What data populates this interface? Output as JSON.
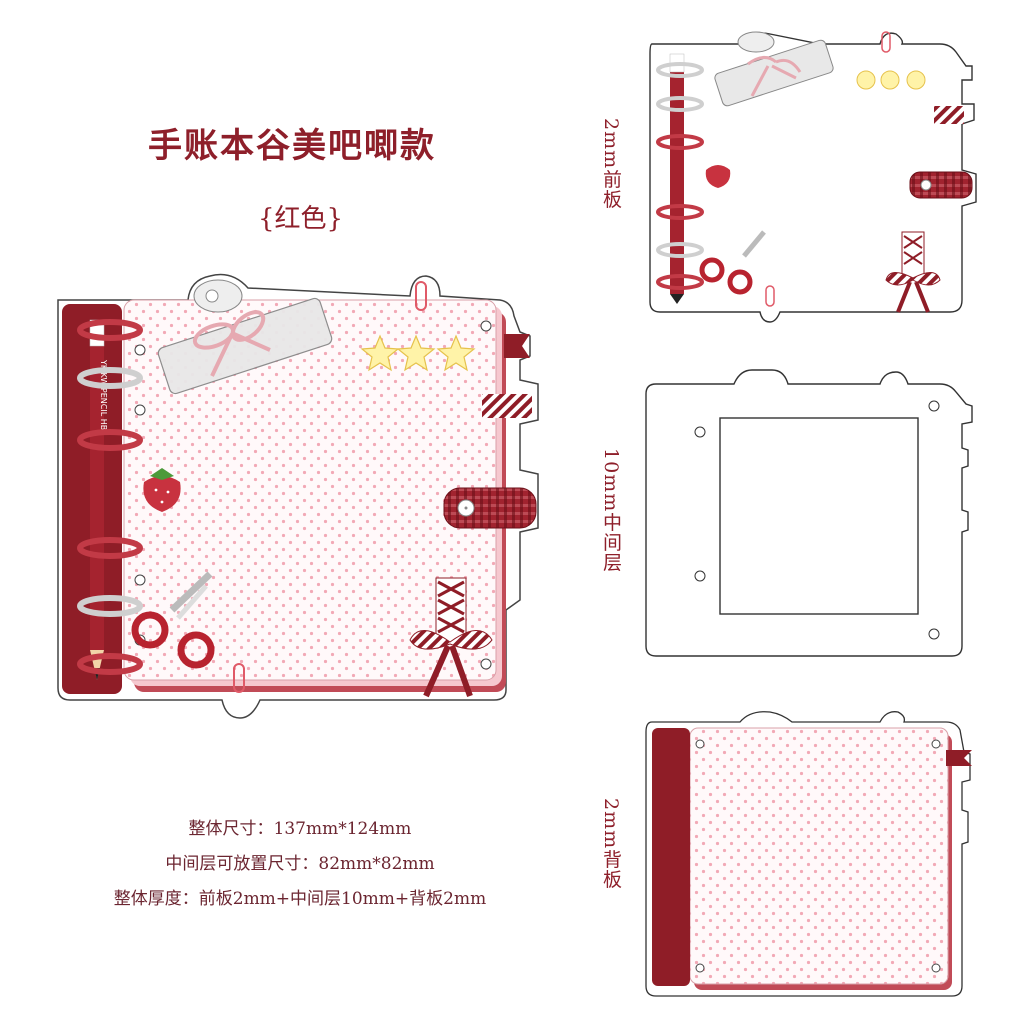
{
  "title": "手账本谷美吧唧款",
  "subtitle": "{红色}",
  "specs": {
    "overall_size": "整体尺寸：137mm*124mm",
    "middle_layer_size": "中间层可放置尺寸：82mm*82mm",
    "thickness": "整体厚度：前板2mm+中间层10mm+背板2mm"
  },
  "labels": {
    "front": "2mm前板",
    "middle": "10mm中间层",
    "back": "2mm背板"
  },
  "pencil_text": "YKIKW PENCIL HB",
  "colors": {
    "accent": "#8e1f2a",
    "cover_red": "#8f1d27",
    "dot_pink": "#f2a9b6",
    "star_yellow": "#fff3a8"
  }
}
